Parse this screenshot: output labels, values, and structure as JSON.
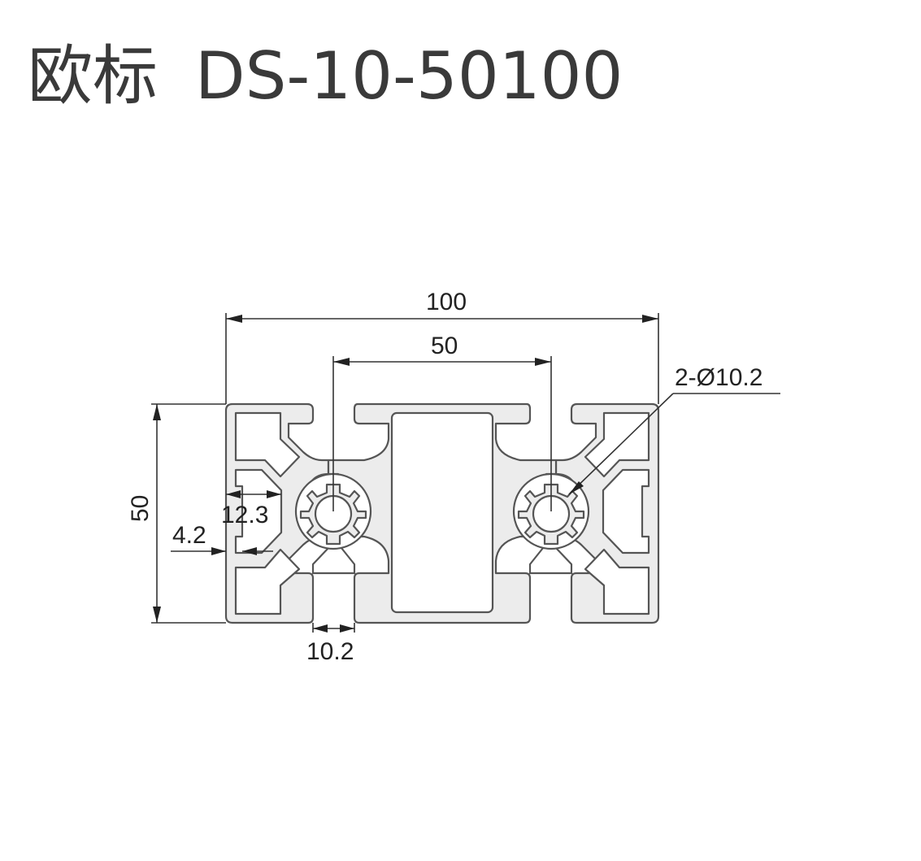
{
  "title": {
    "prefix": "欧标",
    "model": "DS-10-50100"
  },
  "dimensions": {
    "overall_width": "100",
    "center_spacing": "50",
    "height": "50",
    "hole": "2-Ø10.2",
    "depth": "12.3",
    "wall": "4.2",
    "slot_width": "10.2"
  },
  "colors": {
    "profile_fill": "#ececec",
    "outline": "#555555",
    "title_text": "#3a3a3a"
  }
}
